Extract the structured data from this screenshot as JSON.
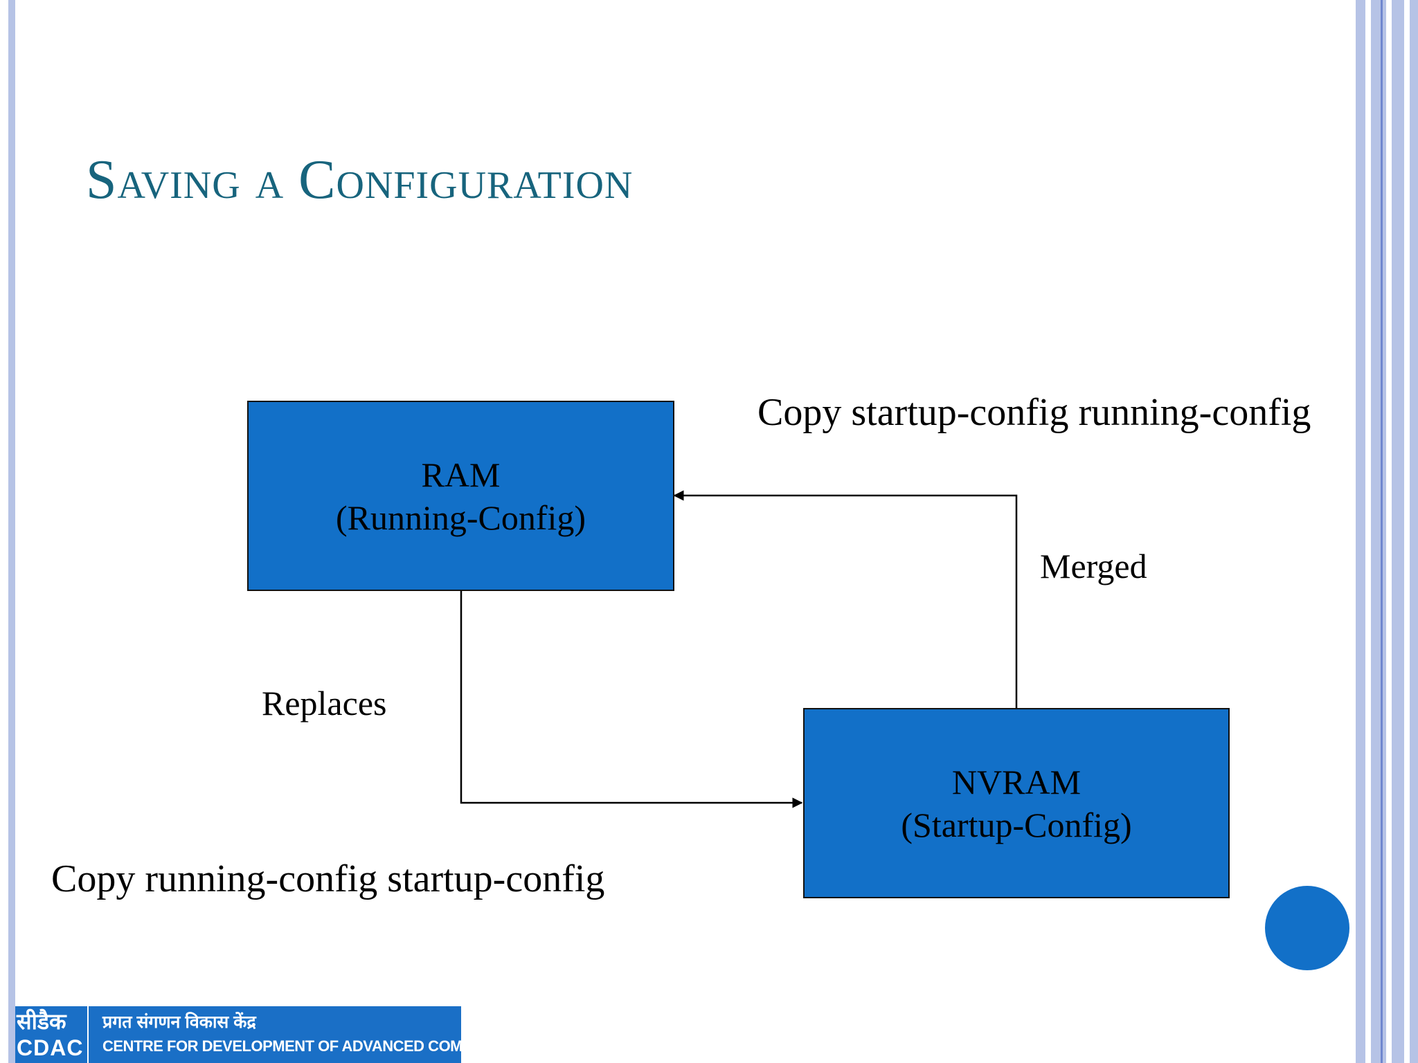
{
  "slide": {
    "title": "Saving a Configuration"
  },
  "diagram": {
    "ram_box": {
      "line1": "RAM",
      "line2": "(Running-Config)"
    },
    "nvram_box": {
      "line1": "NVRAM",
      "line2": "(Startup-Config)"
    },
    "edge_replaces": "Replaces",
    "edge_merged": "Merged",
    "command_top": "Copy startup-config running-config",
    "command_bottom": "Copy running-config startup-config"
  },
  "logo": {
    "hindi_short": "सीडैक",
    "short": "CDAC",
    "hindi_full": "प्रगत संगणन विकास केंद्र",
    "english_full": "CENTRE FOR DEVELOPMENT OF ADVANCED COMPUTING"
  },
  "colors": {
    "title": "#17647d",
    "box_fill": "#1270c8",
    "border_stripe": "#b6c3e6",
    "accent_stripe": "#6f87cf"
  }
}
